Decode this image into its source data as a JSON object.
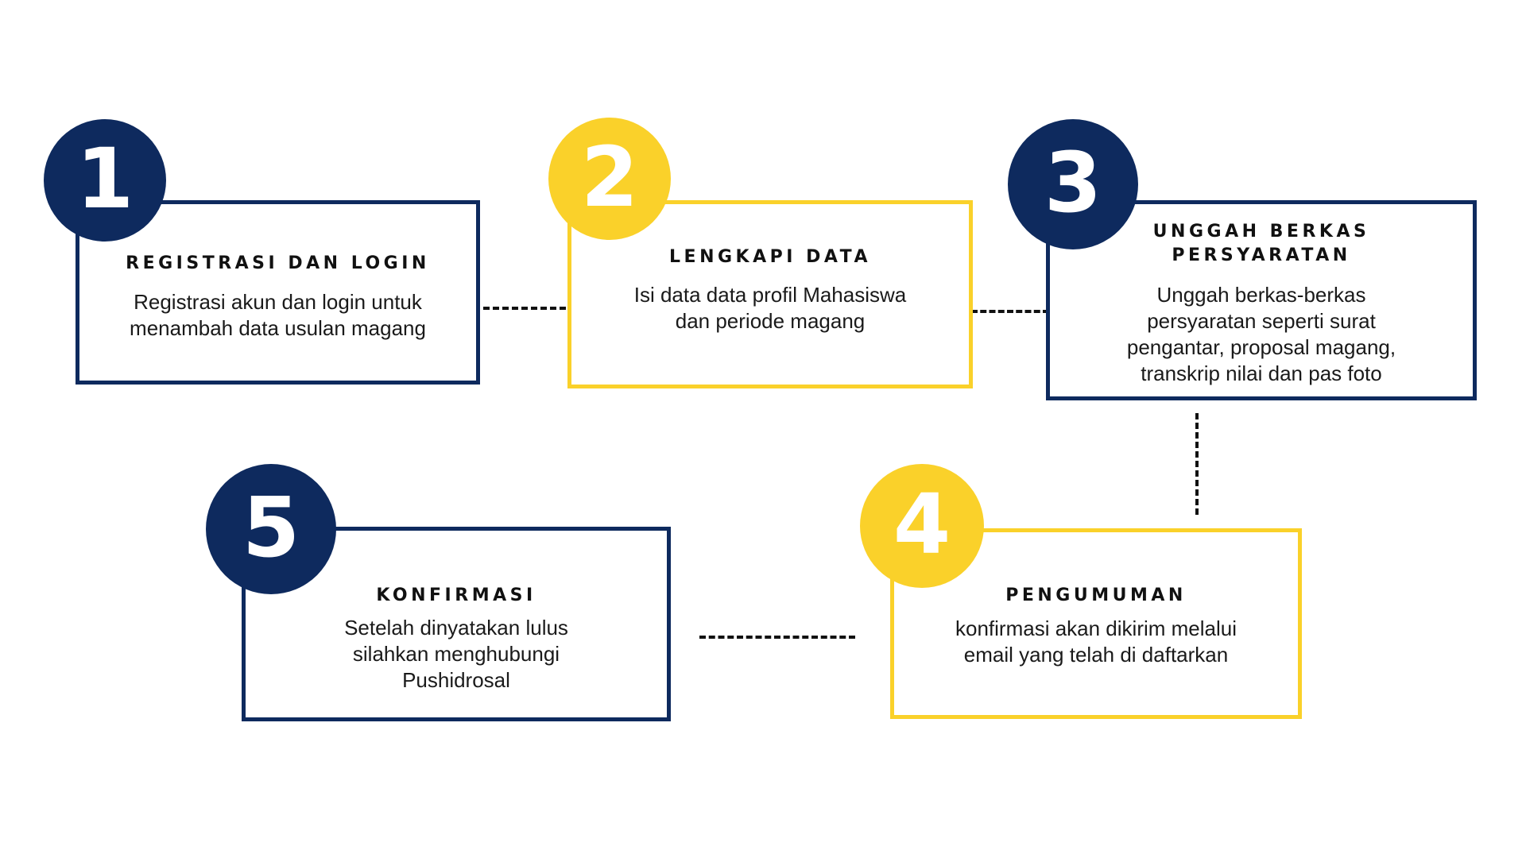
{
  "steps": [
    {
      "number": "1",
      "title": "REGISTRASI DAN LOGIN",
      "description": "Registrasi akun dan login untuk\nmenambah data usulan magang",
      "color": "#0e2a5e"
    },
    {
      "number": "2",
      "title": "LENGKAPI DATA",
      "description": "Isi data  data profil Mahasiswa\ndan periode magang",
      "color": "#fad12a"
    },
    {
      "number": "3",
      "title": "UNGGAH BERKAS\nPERSYARATAN",
      "description": "Unggah berkas-berkas\npersyaratan seperti surat\npengantar, proposal magang,\ntranskrip nilai dan pas foto",
      "color": "#0e2a5e"
    },
    {
      "number": "4",
      "title": "PENGUMUMAN",
      "description": "konfirmasi akan dikirim melalui\nemail yang telah di daftarkan",
      "color": "#fad12a"
    },
    {
      "number": "5",
      "title": "KONFIRMASI",
      "description": "Setelah dinyatakan lulus\nsilahkan menghubungi\nPushidrosal",
      "color": "#0e2a5e"
    }
  ]
}
